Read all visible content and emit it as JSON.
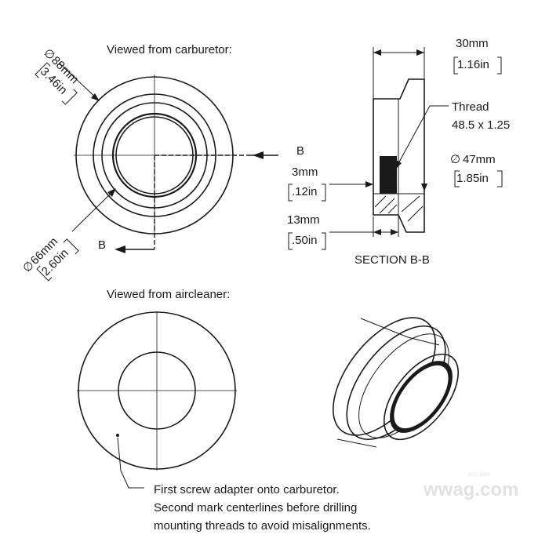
{
  "labels": {
    "view_carb": "Viewed from carburetor:",
    "view_air": "Viewed from aircleaner:",
    "section": "SECTION B-B",
    "thread_line1": "Thread",
    "thread_line2": "48.5 x 1.25",
    "section_mark": "B",
    "note_line1": "First screw adapter onto carburetor.",
    "note_line2": "Second mark centerlines before drilling",
    "note_line3": "mounting threads to avoid misalignments."
  },
  "dims": {
    "d88_mm": "88mm",
    "d88_in": "3.46in",
    "d66_mm": "66mm",
    "d66_in": "2.60in",
    "len30_mm": "30mm",
    "len30_in": "1.16in",
    "d47_mm": "47mm",
    "d47_in": "1.85in",
    "t3_mm": "3mm",
    "t3_in": ".12in",
    "l13_mm": "13mm",
    "l13_in": ".50in",
    "diameter_symbol": "∅"
  },
  "watermark": {
    "text": "wwag.com",
    "est": "EST 1999"
  }
}
